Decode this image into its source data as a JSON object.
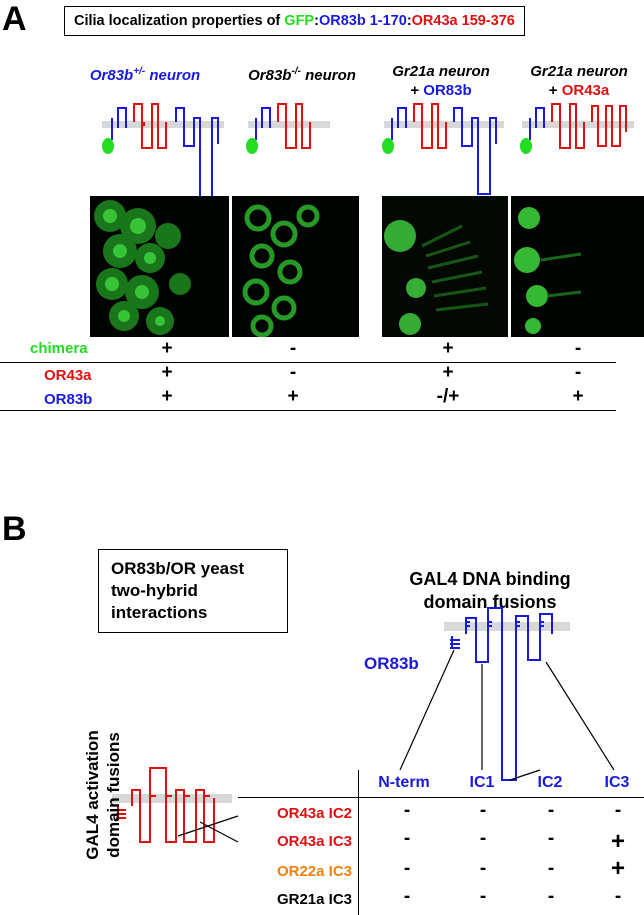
{
  "panel_a": {
    "letter": "A",
    "title": {
      "prefix": "Cilia localization properties of ",
      "gfp": "GFP",
      "sep1": ":",
      "or83b": "OR83b 1-170",
      "sep2": ":",
      "or43a": "OR43a 159-376"
    },
    "neurons": [
      {
        "base": "Or83b",
        "sup": "+/-",
        "suffix": " neuron",
        "color": "#1a1add",
        "line2": ""
      },
      {
        "base": "Or83b",
        "sup": "-/-",
        "suffix": " neuron",
        "color": "#000000",
        "line2": ""
      },
      {
        "base": "Gr21a neuron",
        "sup": "",
        "suffix": "",
        "color": "#000000",
        "line2_prefix": "+ ",
        "line2": "OR83b",
        "line2_color": "#1a1add"
      },
      {
        "base": "Gr21a neuron",
        "sup": "",
        "suffix": "",
        "color": "#000000",
        "line2_prefix": "+ ",
        "line2": "OR43a",
        "line2_color": "#e01010"
      }
    ],
    "table": {
      "rows": [
        {
          "label": "chimera",
          "color": "#22dd22",
          "values": [
            "+",
            "-",
            "+",
            "-"
          ]
        },
        {
          "label": "OR43a",
          "color": "#e01010",
          "values": [
            "+",
            "-",
            "+",
            "-"
          ]
        },
        {
          "label": "OR83b",
          "color": "#1a1add",
          "values": [
            "+",
            "+",
            "-/+",
            "+"
          ]
        }
      ]
    }
  },
  "panel_b": {
    "letter": "B",
    "yeast_box": [
      "OR83b/OR yeast",
      "two-hybrid",
      "interactions"
    ],
    "gal4_dna": [
      "GAL4 DNA binding",
      "domain fusions"
    ],
    "or83b_label": "OR83b",
    "side_label": [
      "GAL4 activation",
      "domain fusions"
    ],
    "columns": [
      "N-term",
      "IC1",
      "IC2",
      "IC3"
    ],
    "rows": [
      {
        "label": "OR43a IC2",
        "color": "#e01010",
        "values": [
          "-",
          "-",
          "-",
          "-"
        ]
      },
      {
        "label": "OR43a IC3",
        "color": "#e01010",
        "values": [
          "-",
          "-",
          "-",
          "+"
        ]
      },
      {
        "label": "OR22a IC3",
        "color": "#f08010",
        "values": [
          "-",
          "-",
          "-",
          "+"
        ]
      },
      {
        "label": "GR21a IC3",
        "color": "#000000",
        "values": [
          "-",
          "-",
          "-",
          "-"
        ]
      }
    ]
  },
  "colors": {
    "blue": "#1a1add",
    "red": "#e01010",
    "green": "#22dd22",
    "orange": "#f08010",
    "membrane": "#d8d8d8"
  }
}
